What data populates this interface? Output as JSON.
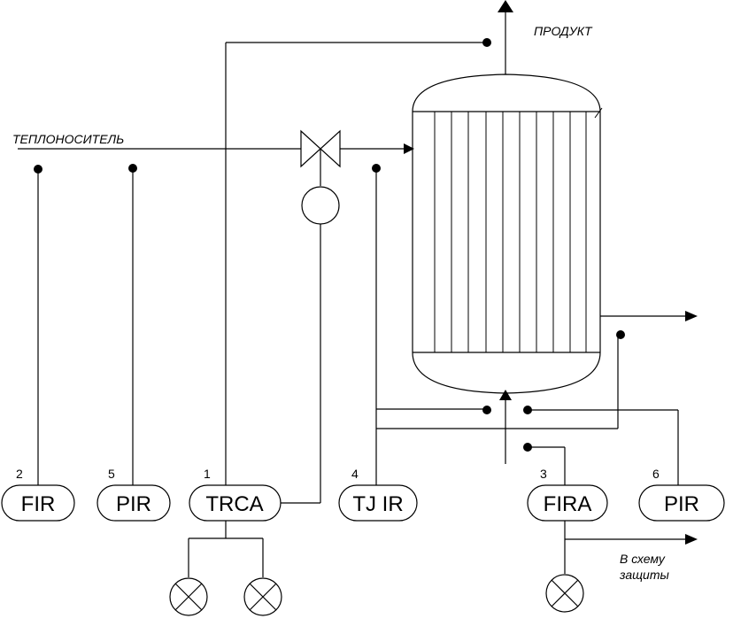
{
  "labels": {
    "product": "ПРОДУКТ",
    "heat_carrier": "ТЕПЛОНОСИТЕЛЬ",
    "protection_line1": "В схему",
    "protection_line2": "защиты"
  },
  "instruments": [
    {
      "id": "fir",
      "number": "2",
      "code": "FIR"
    },
    {
      "id": "pir5",
      "number": "5",
      "code": "PIR"
    },
    {
      "id": "trca",
      "number": "1",
      "code": "TRCA"
    },
    {
      "id": "tjir",
      "number": "4",
      "code": "TJ IR"
    },
    {
      "id": "fira",
      "number": "3",
      "code": "FIRA"
    },
    {
      "id": "pir6",
      "number": "6",
      "code": "PIR"
    }
  ]
}
